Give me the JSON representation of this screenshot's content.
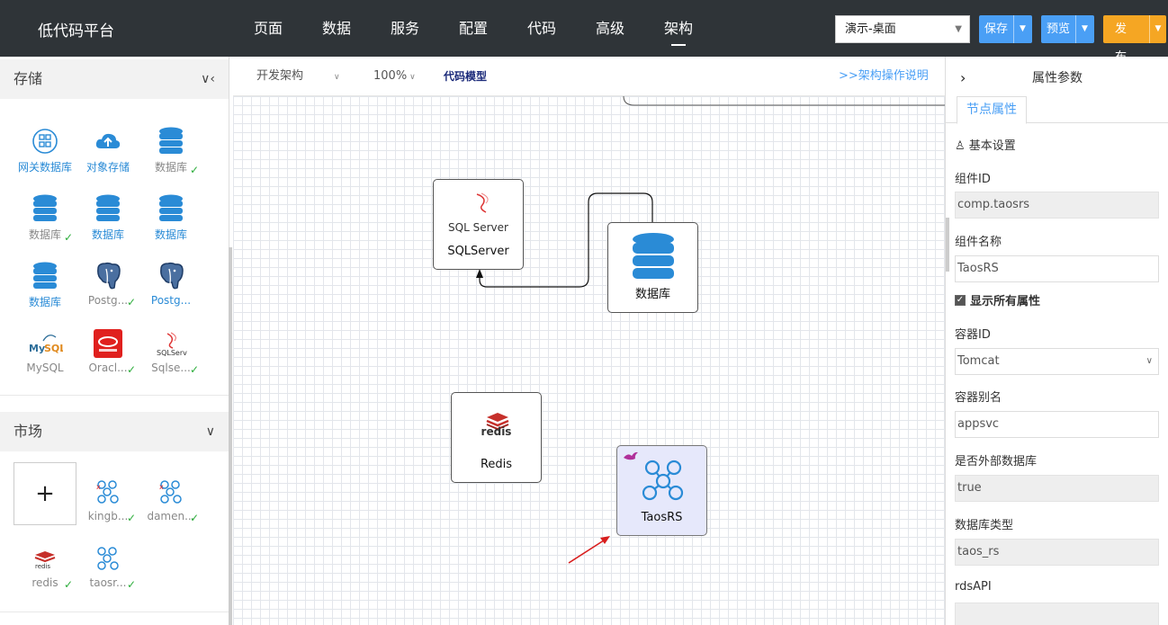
{
  "header": {
    "title": "低代码平台",
    "nav": [
      "页面",
      "数据",
      "服务",
      "配置",
      "代码",
      "高级",
      "架构"
    ],
    "active_nav": "架构",
    "env_select": "演示-桌面",
    "save_label": "保存",
    "preview_label": "预览",
    "publish_label": "发布"
  },
  "left": {
    "storage_title": "存储",
    "storage_items": [
      {
        "label": "网关数据库",
        "icon": "gateway-db-icon",
        "checked": false
      },
      {
        "label": "对象存储",
        "icon": "cloud-storage-icon",
        "checked": false
      },
      {
        "label": "数据库",
        "icon": "database-icon",
        "checked": true
      },
      {
        "label": "数据库",
        "icon": "database-icon",
        "checked": true
      },
      {
        "label": "数据库",
        "icon": "database-icon",
        "checked": false
      },
      {
        "label": "数据库",
        "icon": "database-icon",
        "checked": false
      },
      {
        "label": "数据库",
        "icon": "database-icon",
        "checked": false
      },
      {
        "label": "Postg...",
        "icon": "postgres-icon",
        "checked": true
      },
      {
        "label": "Postg...",
        "icon": "postgres-icon",
        "checked": false
      },
      {
        "label": "MySQL",
        "icon": "mysql-icon",
        "checked": false
      },
      {
        "label": "Oracl...",
        "icon": "oracle-icon",
        "checked": true
      },
      {
        "label": "Sqlse...",
        "icon": "sqlserver-icon",
        "checked": true
      }
    ],
    "market_title": "市场",
    "add_label": "+",
    "market_items": [
      {
        "label": "kingb...",
        "checked": true
      },
      {
        "label": "damen...",
        "checked": true
      },
      {
        "label": "redis",
        "checked": true
      },
      {
        "label": "taosr...",
        "checked": true
      }
    ]
  },
  "toolbar": {
    "mode": "开发架构",
    "zoom": "100%",
    "model": "代码模型",
    "help": ">>架构操作说明"
  },
  "canvas": {
    "nodes": {
      "sqlserver": {
        "label": "SQLServer",
        "logo": "SQL Server"
      },
      "database": {
        "label": "数据库"
      },
      "redis": {
        "label": "Redis",
        "logo": "redis"
      },
      "taosrs": {
        "label": "TaosRS"
      }
    }
  },
  "props": {
    "title": "属性参数",
    "tab": "节点属性",
    "section": "基本设置",
    "comp_id_label": "组件ID",
    "comp_id": "comp.taosrs",
    "comp_name_label": "组件名称",
    "comp_name": "TaosRS",
    "show_all": "显示所有属性",
    "container_id_label": "容器ID",
    "container_id": "Tomcat",
    "container_alias_label": "容器别名",
    "container_alias": "appsvc",
    "external_db_label": "是否外部数据库",
    "external_db": "true",
    "db_type_label": "数据库类型",
    "db_type": "taos_rs",
    "rds_api_label": "rdsAPI",
    "rds_api": ""
  },
  "colors": {
    "header_bg": "#2f3438",
    "primary": "#4a9ff5",
    "publish": "#f5a623",
    "check": "#2bad3a",
    "selected_node": "#e6e8fb"
  }
}
